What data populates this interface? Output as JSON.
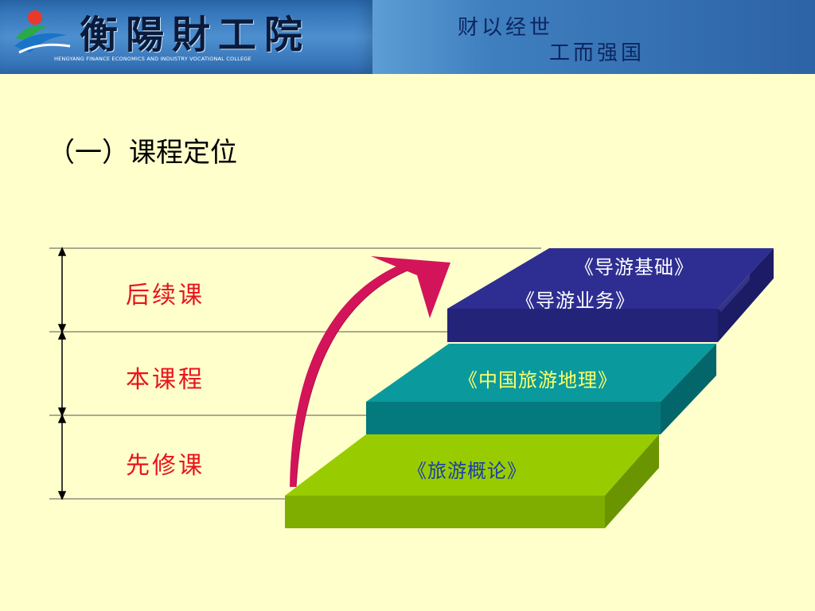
{
  "header": {
    "college_name": "衡陽財工院",
    "college_name_en": "HENGYANG FINANCE ECONOMICS AND INDUSTRY VOCATIONAL COLLEGE",
    "motto_line1": "财以经世",
    "motto_line2": "工而强国"
  },
  "title": "（一）课程定位",
  "levels": [
    {
      "label": "后续课",
      "courses": [
        "《导游基础》",
        "《导游业务》"
      ]
    },
    {
      "label": "本课程",
      "courses": [
        "《中国旅游地理》"
      ]
    },
    {
      "label": "先修课",
      "courses": [
        "《旅游概论》"
      ]
    }
  ],
  "colors": {
    "background": "#ffffcc",
    "label_red": "#e8141c",
    "step_top_purple": "#2d2d8f",
    "step_top_teal": "#05969a",
    "step_top_green": "#99cc00",
    "arrow": "#d4145a",
    "text_white": "#ffffff",
    "text_yellow": "#ffff66",
    "text_blue": "#1a3fa8"
  }
}
